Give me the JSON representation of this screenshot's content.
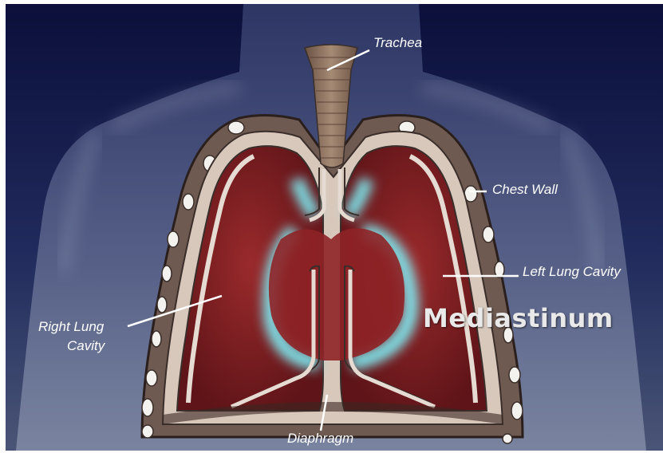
{
  "labels": {
    "trachea": "Trachea",
    "chest_wall": "Chest Wall",
    "left_lung_cavity": "Left Lung Cavity",
    "right_lung_cavity_line1": "Right Lung",
    "right_lung_cavity_line2": "Cavity",
    "diaphragm": "Diaphragm",
    "mediastinum": "Mediastinum"
  },
  "colors": {
    "background_top": "#0b0f3a",
    "background_bottom": "#4a5576",
    "lung_cavity": "#7a1d22",
    "membrane": "#d8c8bc",
    "chest_wall": "#6e5a50",
    "mediastinum_glow": "#7fe8f0",
    "trachea": "#8a6e5c"
  }
}
